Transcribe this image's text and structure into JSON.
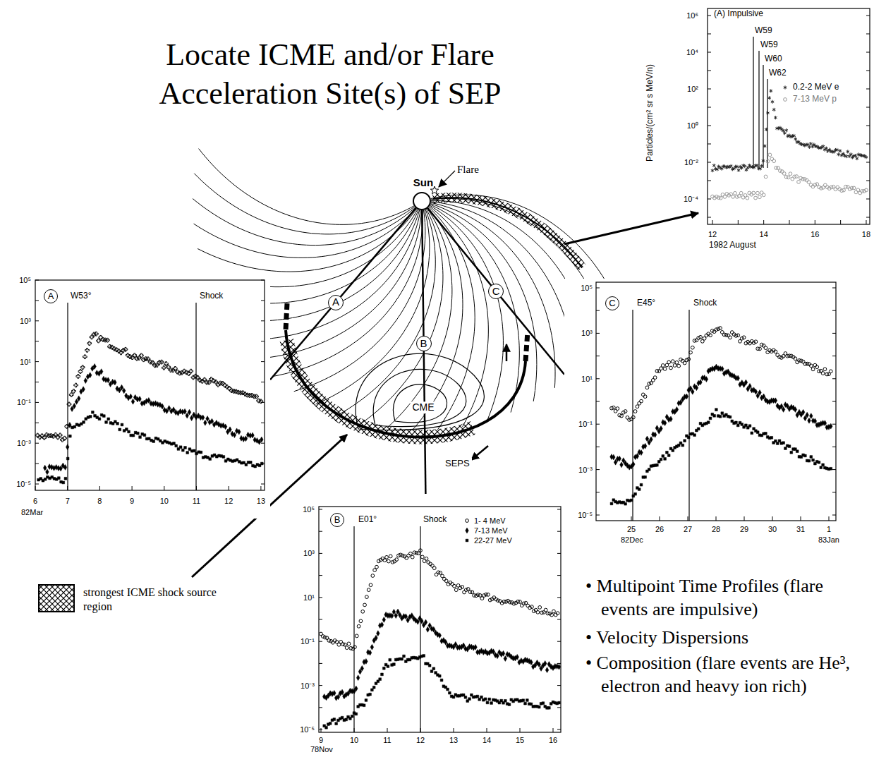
{
  "diagram": {
    "title": "Locate ICME and/or Flare Acceleration Site(s) of SEP",
    "nodes": [
      {
        "text": [
          "Sun"
        ]
      },
      {
        "text": [
          "(A) Impulsive",
          "W59",
          "W59",
          "W60",
          "W62",
          "0.2-2 MeV e",
          "7-13 MeV p",
          "Particles/(cm² sr s MeV/n)",
          "10⁶",
          "10⁴",
          "10²",
          "10⁰",
          "10⁻²",
          "10⁻⁴",
          "12",
          "14",
          "16",
          "18",
          "1982 August"
        ]
      },
      {
        "text": [
          "A",
          "W53°",
          "Shock",
          "10⁵",
          "10³",
          "10¹",
          "10⁻¹",
          "10⁻³",
          "10⁻⁵",
          "6",
          "7",
          "8",
          "9",
          "10",
          "11",
          "12",
          "13",
          "82Mar"
        ]
      },
      {
        "text": [
          "B",
          "E01°",
          "Shock",
          "1- 4 MeV",
          "7-13 MeV",
          "22-27 MeV",
          "10⁵",
          "10³",
          "10¹",
          "10⁻¹",
          "10⁻³",
          "10⁻⁵",
          "9",
          "10",
          "11",
          "12",
          "13",
          "14",
          "15",
          "16",
          "78Nov"
        ]
      },
      {
        "text": [
          "C",
          "E45°",
          "Shock",
          "10⁵",
          "10³",
          "10¹",
          "10⁻¹",
          "10⁻³",
          "10⁻⁵",
          "25",
          "26",
          "27",
          "28",
          "29",
          "30",
          "31",
          "1",
          "82Dec",
          "83Jan"
        ]
      }
    ],
    "edges": [
      {
        "from": 0,
        "to": 2,
        "label": "A",
        "arrow": "none"
      },
      {
        "from": 0,
        "to": 3,
        "label": "B",
        "arrow": "none"
      },
      {
        "from": 0,
        "to": 4,
        "label": "C",
        "arrow": "none"
      }
    ],
    "labels": [
      "Flare",
      "CME",
      "SEPS",
      "• Multipoint Time Profiles (flare events are impulsive)",
      "• Velocity Dispersions",
      "• Composition (flare events are He³, electron and heavy ion rich)"
    ],
    "legend": [
      {
        "text": "strongest ICME shock source region"
      }
    ]
  }
}
